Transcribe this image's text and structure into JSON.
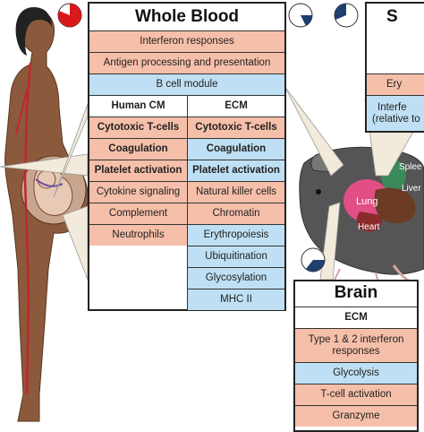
{
  "whole_blood": {
    "title": "Whole Blood",
    "shared_rows": [
      {
        "label": "Interferon responses",
        "color": "#f6bfa9"
      },
      {
        "label": "Antigen processing and presentation",
        "color": "#f6bfa9"
      },
      {
        "label": "B cell module",
        "color": "#bfe0f4"
      }
    ],
    "col_left_header": "Human CM",
    "col_right_header": "ECM",
    "left_rows": [
      {
        "label": "Cytotoxic T-cells",
        "bold": true,
        "color": "#f6bfa9"
      },
      {
        "label": "Coagulation",
        "bold": true,
        "color": "#f6bfa9"
      },
      {
        "label": "Platelet activation",
        "bold": true,
        "color": "#f6bfa9"
      },
      {
        "label": "Cytokine signaling",
        "bold": false,
        "color": "#f6bfa9"
      },
      {
        "label": "Complement",
        "bold": false,
        "color": "#f6bfa9"
      },
      {
        "label": "Neutrophils",
        "bold": false,
        "color": "#f6bfa9"
      }
    ],
    "right_rows": [
      {
        "label": "Cytotoxic T-cells",
        "bold": true,
        "color": "#f6bfa9"
      },
      {
        "label": "Coagulation",
        "bold": true,
        "color": "#bfe0f4"
      },
      {
        "label": "Platelet activation",
        "bold": true,
        "color": "#bfe0f4"
      },
      {
        "label": "Natural killer cells",
        "bold": false,
        "color": "#f6bfa9"
      },
      {
        "label": "Chromatin",
        "bold": false,
        "color": "#f6bfa9"
      },
      {
        "label": "Erythropoiesis",
        "bold": false,
        "color": "#bfe0f4"
      },
      {
        "label": "Ubiquitination",
        "bold": false,
        "color": "#bfe0f4"
      },
      {
        "label": "Glycosylation",
        "bold": false,
        "color": "#bfe0f4"
      },
      {
        "label": "MHC II",
        "bold": false,
        "color": "#bfe0f4"
      }
    ]
  },
  "spleen": {
    "title_partial": "S",
    "row_1": "Ery",
    "row_2a": "Interfe",
    "row_2b": "(relative to"
  },
  "brain": {
    "title": "Brain",
    "header": "ECM",
    "rows": [
      {
        "label": "Type 1 & 2 interferon responses",
        "color": "#f6bfa9"
      },
      {
        "label": "Glycolysis",
        "color": "#bfe0f4"
      },
      {
        "label": "T-cell activation",
        "color": "#f6bfa9"
      },
      {
        "label": "Granzyme",
        "color": "#f6bfa9"
      }
    ]
  },
  "mouse_labels": {
    "lung": "Lung",
    "heart": "Heart",
    "spleen": "Splee",
    "liver": "Liver"
  },
  "colors": {
    "up": "#f6bfa9",
    "down": "#bfe0f4",
    "pie_red": "#d7191c",
    "pie_blue": "#1f3f6e"
  }
}
